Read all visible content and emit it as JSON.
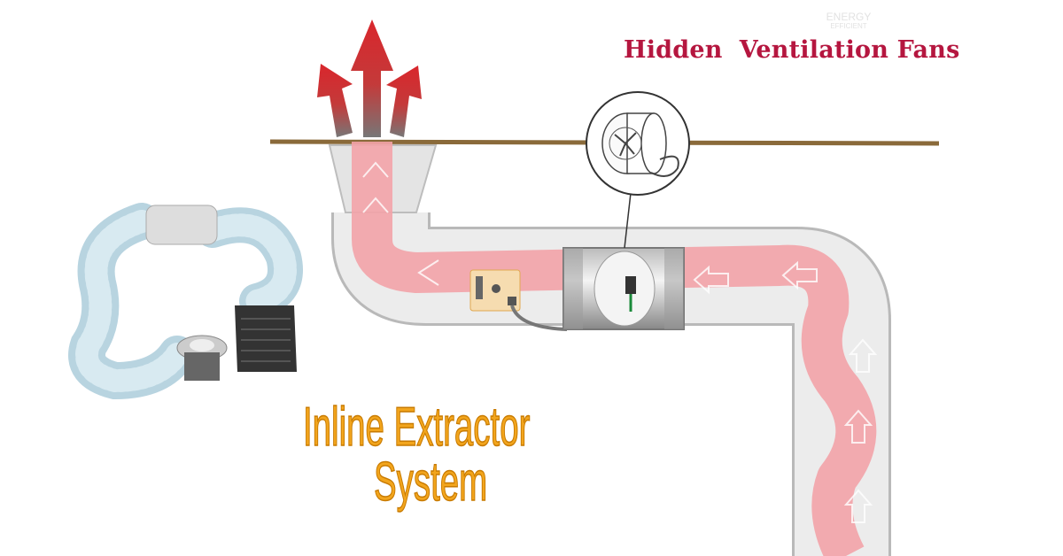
{
  "header": {
    "title": "Hidden  Ventilation Fans"
  },
  "caption": {
    "line1": "Inline Extractor",
    "line2": "System"
  },
  "logo": {
    "line1": "ENERGY",
    "line2": "EFFICIENT"
  },
  "colors": {
    "title": "#b5163f",
    "caption": "#f2a51d",
    "flow": "#f3a3a8",
    "arrow": "#d9262c",
    "ceiling": "#8a6a3a"
  }
}
